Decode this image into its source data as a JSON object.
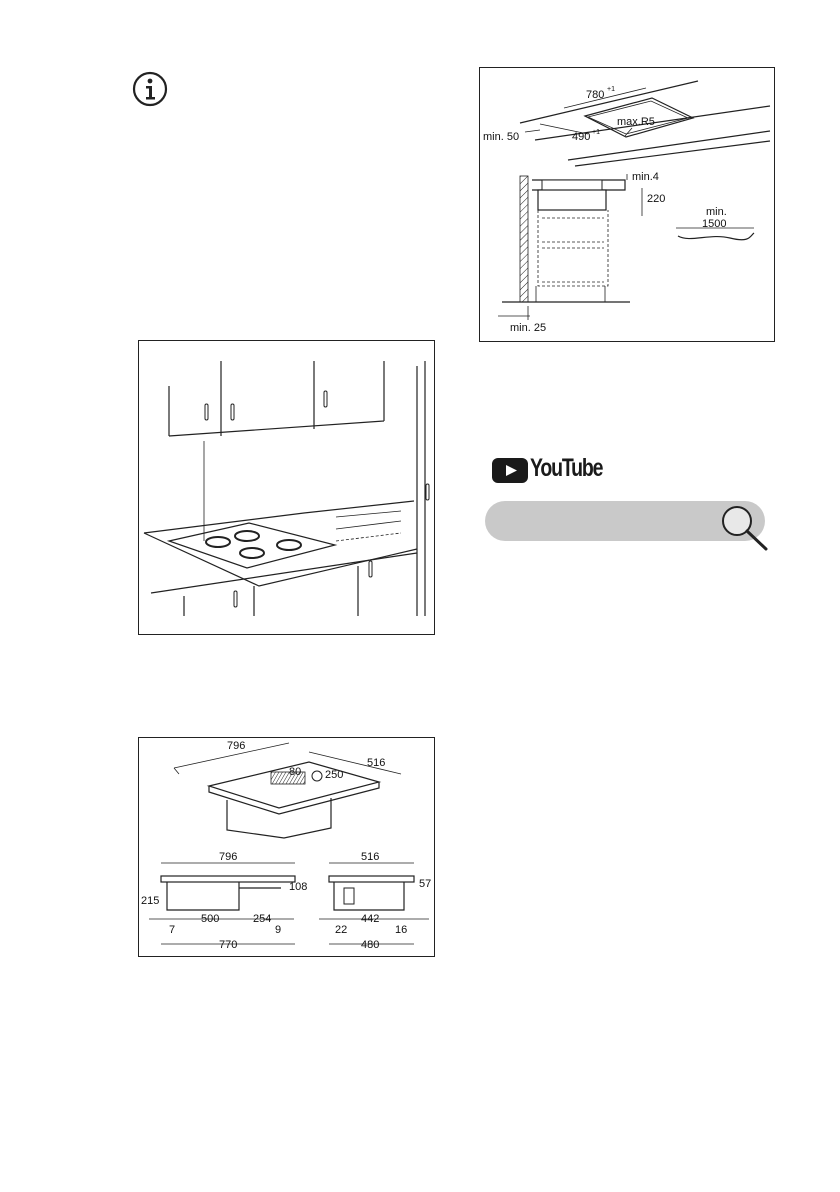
{
  "info": {
    "icon": "info-icon"
  },
  "install_diagram": {
    "labels": {
      "width_cut": "780",
      "width_tol": "+1",
      "depth_cut": "490",
      "depth_tol": "+1",
      "radius": "max.R5",
      "min_front": "min. 50",
      "min_gap": "min.4",
      "height": "220",
      "cable_min": "min.",
      "cable_len": "1500",
      "min_wall": "min. 25"
    }
  },
  "kitchen_diagram": {},
  "dims_diagram": {
    "labels": {
      "top_width": "796",
      "top_depth": "516",
      "extract_offset": "80",
      "extract_radius": "250",
      "front_width": "796",
      "front_height": "215",
      "front_side_h": "108",
      "front_a": "500",
      "front_b": "254",
      "front_left": "7",
      "front_right": "9",
      "front_total": "770",
      "side_width": "516",
      "side_h": "57",
      "side_left": "22",
      "side_mid": "442",
      "side_right": "16",
      "side_total": "480"
    }
  },
  "video": {
    "logo_text": "YouTube",
    "icon_play": "play-icon",
    "icon_search": "search-icon"
  }
}
